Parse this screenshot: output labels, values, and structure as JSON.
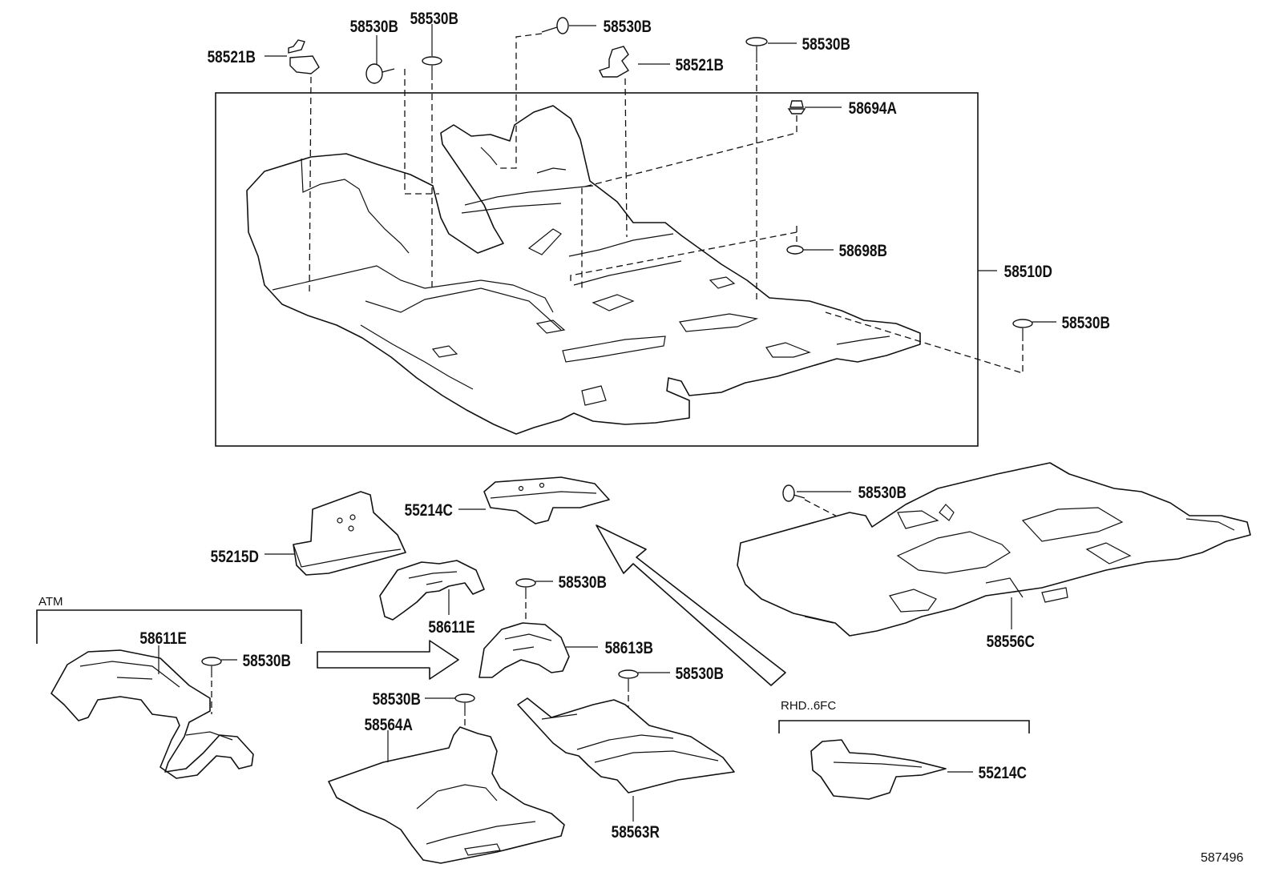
{
  "labels": {
    "p58521B_1": "58521B",
    "p58530B_1": "58530B",
    "p58530B_2": "58530B",
    "p58530B_3": "58530B",
    "p58521B_2": "58521B",
    "p58530B_4": "58530B",
    "p58694A": "58694A",
    "p58698B": "58698B",
    "p58510D": "58510D",
    "p58530B_5": "58530B",
    "p55214C_1": "55214C",
    "p55215D": "55215D",
    "p58530B_6": "58530B",
    "p58611E_1": "58611E",
    "p58530B_7": "58530B",
    "p58613B": "58613B",
    "p58611E_2": "58611E",
    "p58530B_8": "58530B",
    "p58530B_9": "58530B",
    "p58564A": "58564A",
    "p58530B_10": "58530B",
    "p58563R": "58563R",
    "p58556C": "58556C",
    "p55214C_2": "55214C"
  },
  "groups": {
    "atm": "ATM",
    "rhd": "RHD..6FC"
  },
  "reference_number": "587496"
}
